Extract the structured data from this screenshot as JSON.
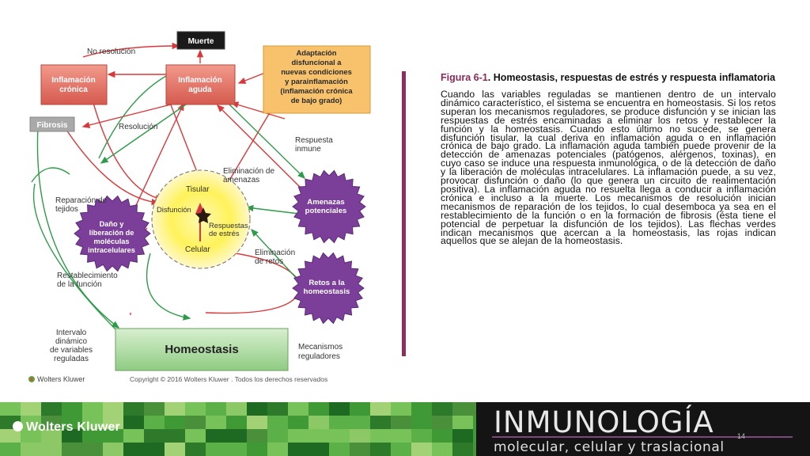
{
  "diagram": {
    "nodes": {
      "muerte": "Muerte",
      "inflamacion_cronica": "Inflamación crónica",
      "inflamacion_aguda": "Inflamación aguda",
      "adaptacion": [
        "Adaptación",
        "disfuncional a",
        "nuevas condiciones",
        "y parainflamación",
        "(inflamación crónica",
        "de bajo grado)"
      ],
      "fibrosis": "Fibrosis",
      "amenazas": [
        "Amenazas",
        "potenciales"
      ],
      "dano": [
        "Daño y",
        "liberación de",
        "moléculas",
        "intracelulares"
      ],
      "retos": [
        "Retos a la",
        "homeostasis"
      ],
      "homeostasis": "Homeostasis"
    },
    "labels": {
      "no_resolucion": "No resolución",
      "resolucion": "Resolución",
      "respuesta_inmune": [
        "Respuesta",
        "inmune"
      ],
      "eliminacion_amenazas": [
        "Eliminación de",
        "amenazas"
      ],
      "reparacion": [
        "Reparación de",
        "tejidos"
      ],
      "tisular": "Tisular",
      "disfuncion": "Disfunción",
      "respuestas_estres": [
        "Respuestas",
        "de estrés"
      ],
      "celular": "Celular",
      "eliminacion_retos": [
        "Eliminación",
        "de retos"
      ],
      "restablecimiento": [
        "Restablecimiento",
        "de la función"
      ],
      "intervalo": [
        "Intervalo",
        "dinámico",
        "de variables",
        "reguladas"
      ],
      "mecanismos": [
        "Mecanismos",
        "reguladores"
      ]
    },
    "publisher_small": "Wolters Kluwer",
    "copyright": "Copyright © 2016 Wolters Kluwer . Todos los derechos reservados"
  },
  "caption": {
    "figure_number": "Figura 6-1",
    "title": ". Homeostasis, respuestas de estrés y respuesta inflamatoria",
    "body": "Cuando las variables reguladas se mantienen dentro de un intervalo dinámico característico, el sistema se encuentra en homeostasis. Si los retos superan los mecanismos reguladores, se produce disfunción y se inician las respuestas de estrés encaminadas a eliminar los retos y restablecer la función y la homeostasis. Cuando esto último no sucede, se genera disfunción tisular, la cual deriva en inflamación aguda o en inflamación crónica de bajo grado. La inflamación aguda también puede provenir de la detección de amenazas potenciales (patógenos, alérgenos, toxinas), en cuyo caso se induce una respuesta inmunológica, o de la detección de daño y la liberación de moléculas intracelulares. La inflamación puede, a su vez, provocar disfunción o daño (lo que genera un circuito de realimentación positiva). La inflamación aguda no resuelta llega a conducir a inflamación crónica e incluso a la muerte. Los mecanismos de resolución inician mecanismos de reparación de los tejidos, lo cual desemboca ya sea en el restablecimiento de la función o en la formación de fibrosis (ésta tiene el potencial de perpetuar la disfunción de los tejidos). Las flechas verdes indican mecanismos que acercan a la homeostasis, las rojas indican aquellos que se alejan de la homeostasis."
  },
  "footer": {
    "publisher": "Wolters Kluwer",
    "brand_title": "INMUNOLOGÍA",
    "brand_subtitle": "molecular, celular y traslacional",
    "page_number": "14"
  },
  "colors": {
    "red_arrow": "#d9383a",
    "green_arrow": "#2f9b4a",
    "accent_bar": "#8a2f5e",
    "node_red": "#e0766a",
    "node_orange": "#f7c26b",
    "node_purple": "#7b3f9a",
    "homeostasis_green": "#b5dca8"
  }
}
